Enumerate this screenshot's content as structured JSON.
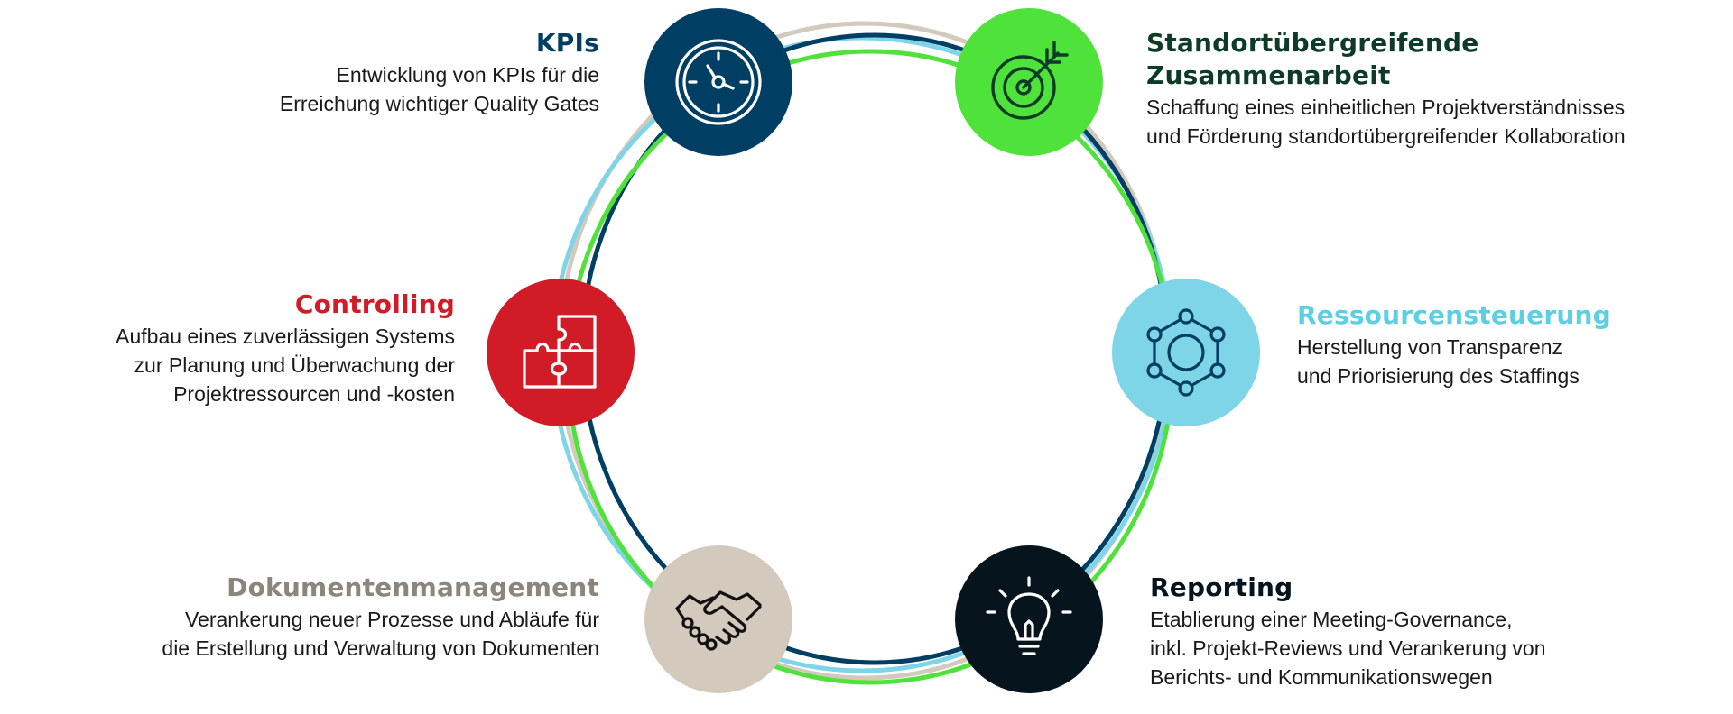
{
  "colors": {
    "navy": "#003f63",
    "green": "#4fe23b",
    "red": "#d11c27",
    "light_blue": "#7fd5e8",
    "beige": "#d3c9bc",
    "black": "#06141d",
    "dark_green_title": "#0d3b27",
    "beige_title": "#8c857b",
    "light_blue_title": "#5ccfe4",
    "text": "#1a1a1a"
  },
  "nodes": {
    "kpis": {
      "title": "KPIs",
      "lines": [
        "Entwicklung von KPIs für die",
        "Erreichung wichtiger Quality Gates"
      ],
      "icon": "gauge-icon"
    },
    "zusammenarbeit": {
      "title": "Standortübergreifende Zusammenarbeit",
      "lines": [
        "Schaffung eines einheitlichen Projektverständnisses",
        "und Förderung standortübergreifender Kollaboration"
      ],
      "icon": "target-arrow-icon"
    },
    "controlling": {
      "title": "Controlling",
      "lines": [
        "Aufbau eines zuverlässigen Systems",
        "zur Planung und Überwachung der",
        "Projektressourcen und -kosten"
      ],
      "icon": "puzzle-icon"
    },
    "ressourcen": {
      "title": "Ressourcensteuerung",
      "lines": [
        "Herstellung von Transparenz",
        "und Priorisierung des Staffings"
      ],
      "icon": "network-hub-icon"
    },
    "dokumente": {
      "title": "Dokumentenmanagement",
      "lines": [
        "Verankerung neuer Prozesse und Abläufe für",
        "die Erstellung und Verwaltung von Dokumenten"
      ],
      "icon": "handshake-icon"
    },
    "reporting": {
      "title": "Reporting",
      "lines": [
        "Etablierung einer Meeting-Governance,",
        "inkl. Projekt-Reviews und Verankerung von",
        "Berichts- und Kommunikationswegen"
      ],
      "icon": "lightbulb-icon"
    }
  }
}
